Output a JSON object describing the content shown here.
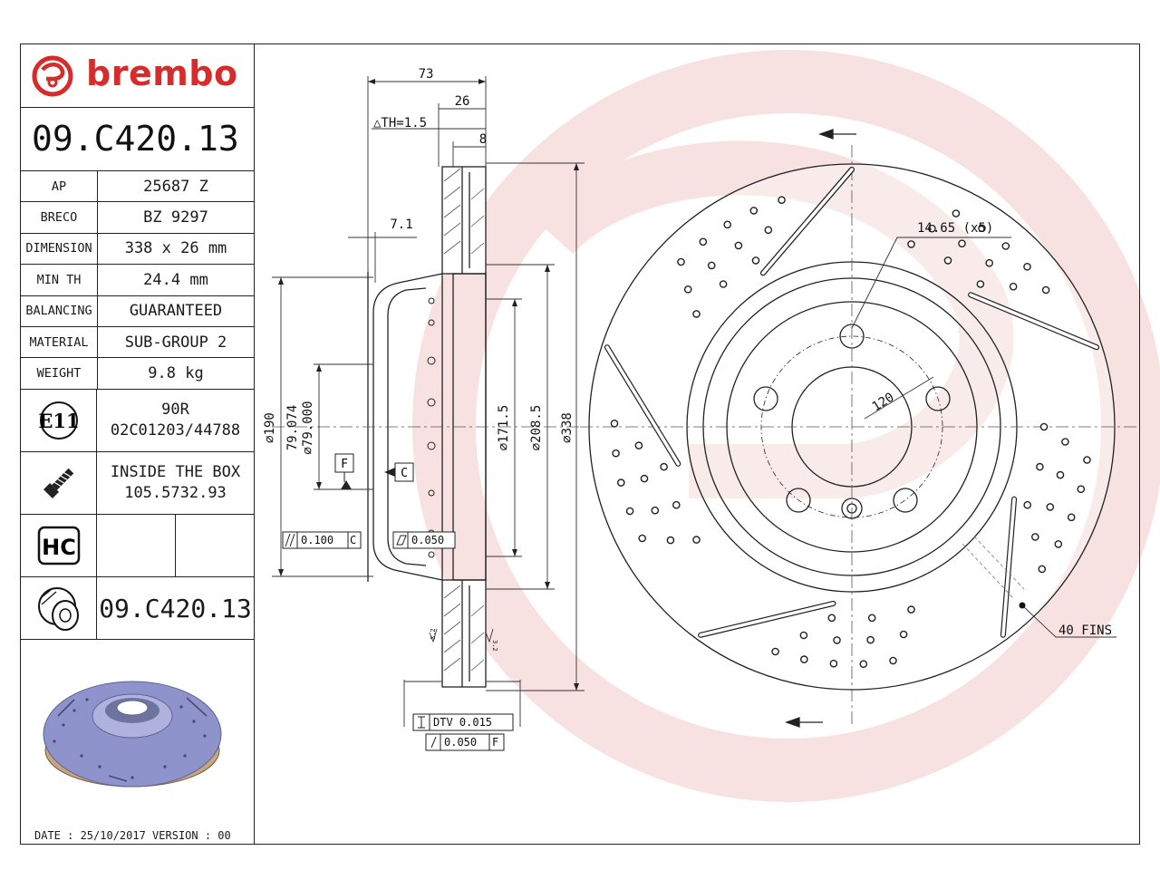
{
  "brand": {
    "name": "brembo"
  },
  "part_number": "09.C420.13",
  "specs": [
    {
      "key": "AP",
      "value": "25687 Z"
    },
    {
      "key": "BRECO",
      "value": "BZ 9297"
    },
    {
      "key": "DIMENSION",
      "value": "338 x 26 mm"
    },
    {
      "key": "MIN TH",
      "value": "24.4 mm"
    },
    {
      "key": "BALANCING",
      "value": "GUARANTEED"
    },
    {
      "key": "MATERIAL",
      "value": "SUB-GROUP 2"
    },
    {
      "key": "WEIGHT",
      "value": "9.8 kg"
    }
  ],
  "homologation": {
    "mark": "E11",
    "line1": "90R",
    "line2": "02C01203/44788"
  },
  "screw": {
    "line1": "INSIDE THE BOX",
    "line2": "105.5732.93"
  },
  "hc": {
    "label": "HC"
  },
  "reference_number": "09.C420.13",
  "footer": {
    "date_line": "DATE : 25/10/2017 VERSION : 00"
  },
  "dimensions": {
    "d73": "73",
    "d26": "26",
    "d8": "8",
    "th": "△TH=1.5",
    "d7_1": "7.1",
    "d190": "⌀190",
    "d79_074": "79.074",
    "d79_000": "⌀79.000",
    "d171_5": "⌀171.5",
    "d208_5": "⌀208.5",
    "d338": "⌀338",
    "datum_f": "F",
    "datum_c": "C",
    "par_value": "0.100",
    "par_ref": "C",
    "flat_value": "0.050",
    "dtv": "DTV 0.015",
    "runout_value": "0.050",
    "runout_ref": "F",
    "holes": "14.65 (x5)",
    "pcd": "120",
    "fins": "40 FINS",
    "rough1": "3.2",
    "rough2": "3.2"
  },
  "colors": {
    "brand_red": "#d82b2b",
    "watermark": "#f3c9c9",
    "ink": "#1a1a1a",
    "render_blue": "#8e93cc"
  }
}
